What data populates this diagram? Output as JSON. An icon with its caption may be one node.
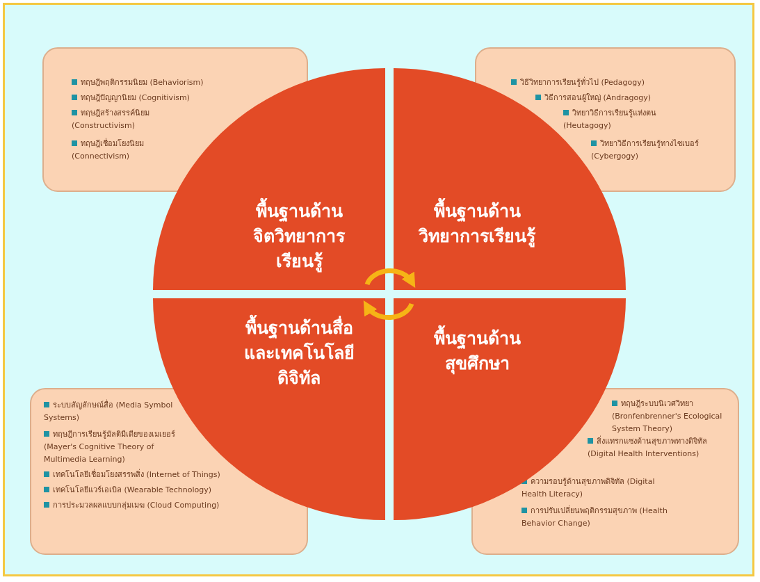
{
  "diagram": {
    "nodes": [
      {
        "text": [
          "ทฤษฎีพฤติกรรมนิยม (Behaviorism)",
          "ทฤษฎีปัญญานิยม (Cognitivism)",
          "ทฤษฎีสร้างสรรค์นิยม (Constructivism)",
          "ทฤษฎีเชื่อมโยงนิยม (Connectivism)"
        ]
      },
      {
        "text": [
          "วิธีวิทยาการเรียนรู้ทั่วไป (Pedagogy)",
          "วิธีการสอนผู้ใหญ่ (Andragogy)",
          "วิทยาวิธีการเรียนรู้แห่งตน (Heutagogy)",
          "วิทยาวิธีการเรียนรู้ทางไซเบอร์ (Cybergogy)"
        ]
      },
      {
        "text": [
          "พื้นฐานด้านจิตวิทยาการเรียนรู้"
        ]
      },
      {
        "text": [
          "พื้นฐานด้านวิทยาการเรียนรู้"
        ]
      },
      {
        "text": [
          "พื้นฐานด้านสื่อและเทคโนโลยีดิจิทัล"
        ]
      },
      {
        "text": [
          "พื้นฐานด้านสุขศึกษา"
        ]
      },
      {
        "text": [
          "ระบบสัญลักษณ์สื่อ (Media Symbol Systems)",
          "ทฤษฎีการเรียนรู้มัลติมีเดียของเมเยอร์ (Mayer's Cognitive Theory of Multimedia Learning)",
          "เทคโนโลยีเชื่อมโยงสรรพสิ่ง (Internet of Things)",
          "เทคโนโลยีแวร์เอเบิล (Wearable Technology)",
          "การประมวลผลแบบกลุ่มเมฆ (Cloud Computing)"
        ]
      },
      {
        "text": [
          "ทฤษฎีระบบนิเวศวิทยา (Bronfenbrenner's Ecological System Theory)",
          "สิ่งแทรกแซงด้านสุขภาพทางดิจิทัล (Digital Health Interventions)",
          "ความรอบรู้ด้านสุขภาพดิจิทัล (Digital Health Literacy)",
          "การปรับเปลี่ยนพฤติกรรมสุขภาพ (Health Behavior Change)"
        ]
      }
    ],
    "edges": [
      {
        "from": 2,
        "to": 3,
        "arrow": "to"
      },
      {
        "from": 5,
        "to": 4,
        "arrow": "to"
      }
    ]
  }
}
